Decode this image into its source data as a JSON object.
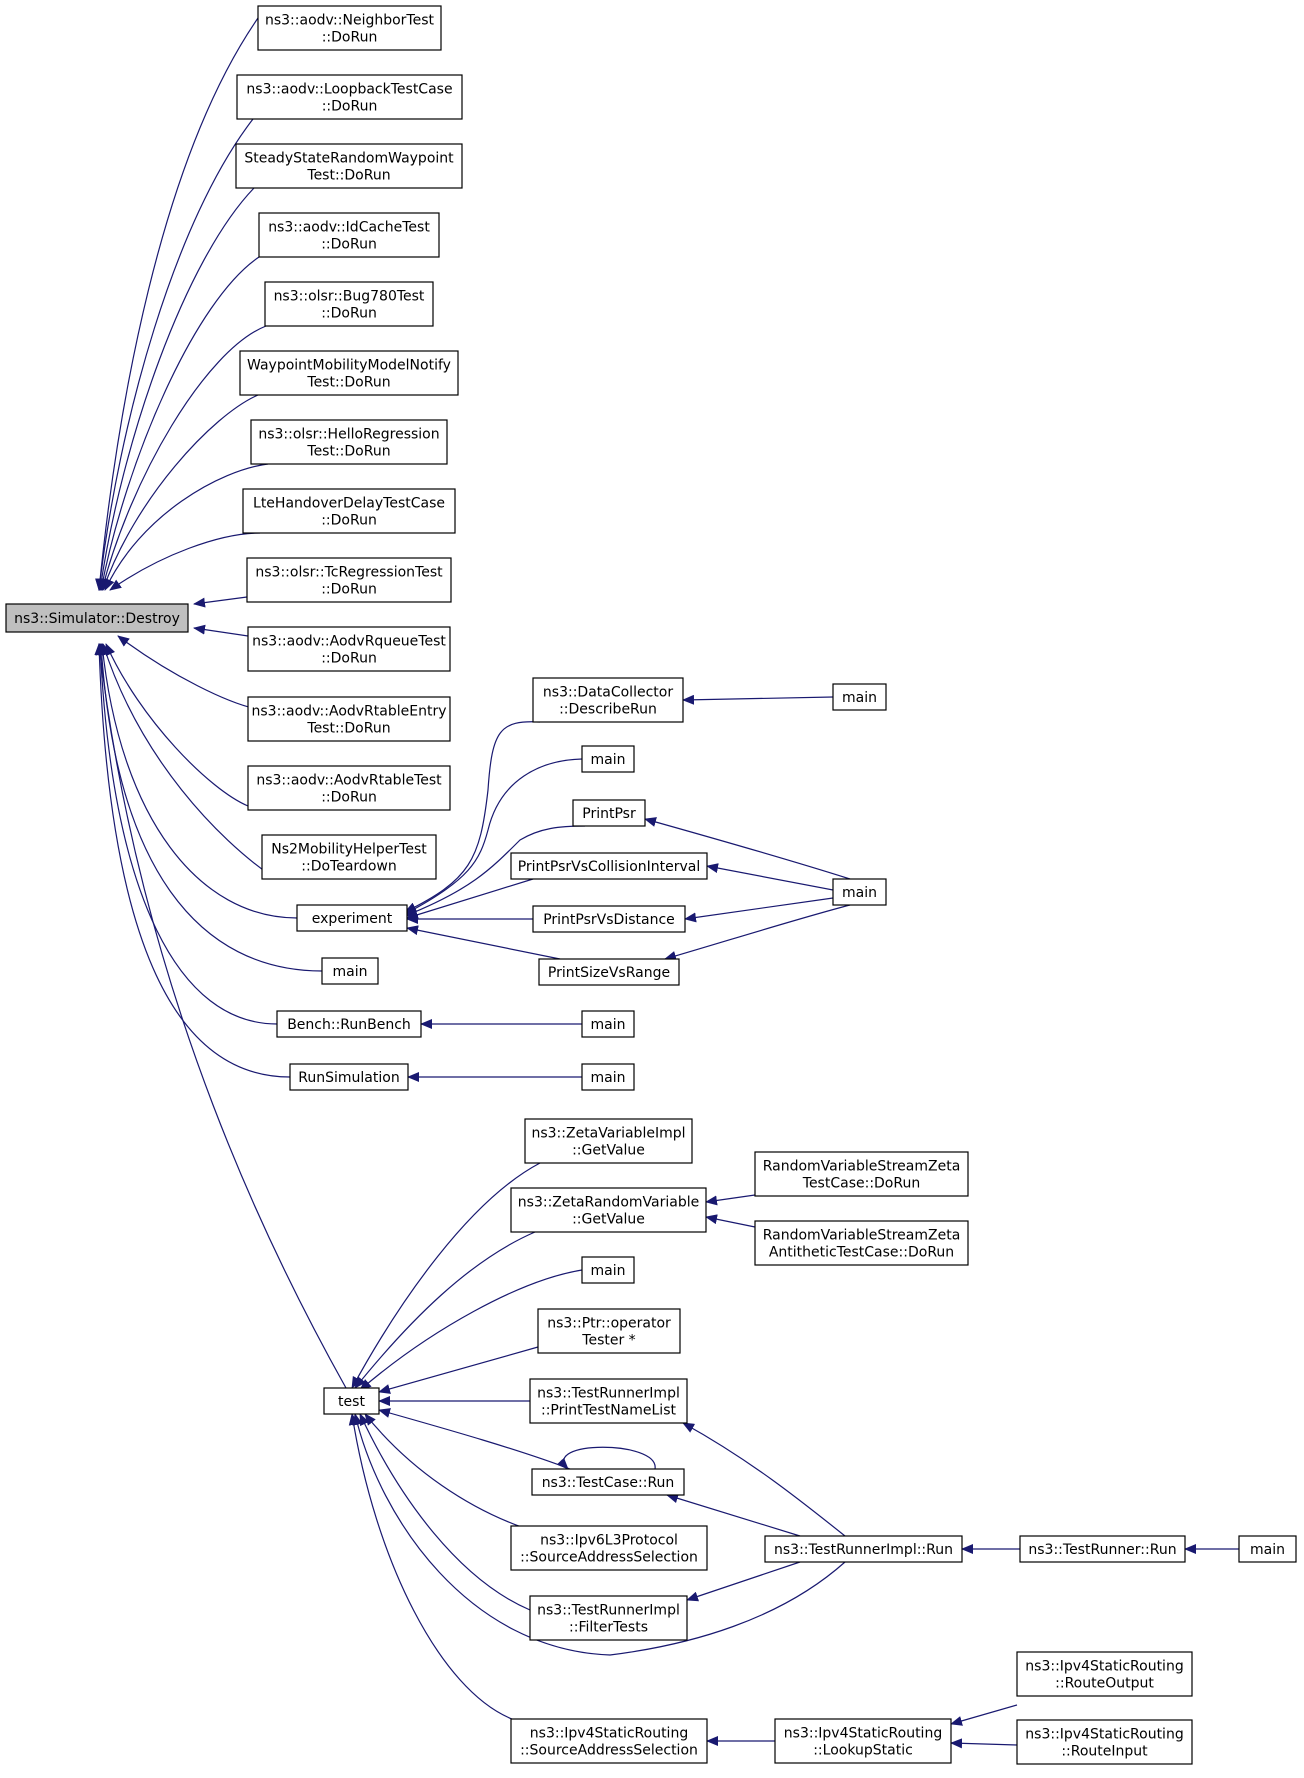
{
  "graph": {
    "colors": {
      "edge": "#191970",
      "node_border": "#000000",
      "root_fill": "#bfbfbf",
      "node_fill": "#ffffff"
    },
    "nodes": [
      {
        "id": "root",
        "lines": [
          "ns3::Simulator::Destroy"
        ]
      },
      {
        "id": "n1",
        "lines": [
          "ns3::aodv::NeighborTest",
          "::DoRun"
        ]
      },
      {
        "id": "n2",
        "lines": [
          "ns3::aodv::LoopbackTestCase",
          "::DoRun"
        ]
      },
      {
        "id": "n3",
        "lines": [
          "SteadyStateRandomWaypoint",
          "Test::DoRun"
        ]
      },
      {
        "id": "n4",
        "lines": [
          "ns3::aodv::IdCacheTest",
          "::DoRun"
        ]
      },
      {
        "id": "n5",
        "lines": [
          "ns3::olsr::Bug780Test",
          "::DoRun"
        ]
      },
      {
        "id": "n6",
        "lines": [
          "WaypointMobilityModelNotify",
          "Test::DoRun"
        ]
      },
      {
        "id": "n7",
        "lines": [
          "ns3::olsr::HelloRegression",
          "Test::DoRun"
        ]
      },
      {
        "id": "n8",
        "lines": [
          "LteHandoverDelayTestCase",
          "::DoRun"
        ]
      },
      {
        "id": "n9",
        "lines": [
          "ns3::olsr::TcRegressionTest",
          "::DoRun"
        ]
      },
      {
        "id": "n10",
        "lines": [
          "ns3::aodv::AodvRqueueTest",
          "::DoRun"
        ]
      },
      {
        "id": "n11",
        "lines": [
          "ns3::aodv::AodvRtableEntry",
          "Test::DoRun"
        ]
      },
      {
        "id": "n12",
        "lines": [
          "ns3::aodv::AodvRtableTest",
          "::DoRun"
        ]
      },
      {
        "id": "n13",
        "lines": [
          "Ns2MobilityHelperTest",
          "::DoTeardown"
        ]
      },
      {
        "id": "experiment",
        "lines": [
          "experiment"
        ]
      },
      {
        "id": "main_a",
        "lines": [
          "main"
        ]
      },
      {
        "id": "bench",
        "lines": [
          "Bench::RunBench"
        ]
      },
      {
        "id": "runsim",
        "lines": [
          "RunSimulation"
        ]
      },
      {
        "id": "test",
        "lines": [
          "test"
        ]
      },
      {
        "id": "dc",
        "lines": [
          "ns3::DataCollector",
          "::DescribeRun"
        ]
      },
      {
        "id": "main_b",
        "lines": [
          "main"
        ]
      },
      {
        "id": "printpsr",
        "lines": [
          "PrintPsr"
        ]
      },
      {
        "id": "ppci",
        "lines": [
          "PrintPsrVsCollisionInterval"
        ]
      },
      {
        "id": "ppd",
        "lines": [
          "PrintPsrVsDistance"
        ]
      },
      {
        "id": "psr",
        "lines": [
          "PrintSizeVsRange"
        ]
      },
      {
        "id": "main_dc",
        "lines": [
          "main"
        ]
      },
      {
        "id": "main_pp",
        "lines": [
          "main"
        ]
      },
      {
        "id": "main_bench",
        "lines": [
          "main"
        ]
      },
      {
        "id": "main_runsim",
        "lines": [
          "main"
        ]
      },
      {
        "id": "zvi",
        "lines": [
          "ns3::ZetaVariableImpl",
          "::GetValue"
        ]
      },
      {
        "id": "zrv",
        "lines": [
          "ns3::ZetaRandomVariable",
          "::GetValue"
        ]
      },
      {
        "id": "rvsz",
        "lines": [
          "RandomVariableStreamZeta",
          "TestCase::DoRun"
        ]
      },
      {
        "id": "rvsza",
        "lines": [
          "RandomVariableStreamZeta",
          "AntitheticTestCase::DoRun"
        ]
      },
      {
        "id": "main_c",
        "lines": [
          "main"
        ]
      },
      {
        "id": "ptr",
        "lines": [
          "ns3::Ptr::operator",
          "Tester *"
        ]
      },
      {
        "id": "trpl",
        "lines": [
          "ns3::TestRunnerImpl",
          "::PrintTestNameList"
        ]
      },
      {
        "id": "tcrun",
        "lines": [
          "ns3::TestCase::Run"
        ]
      },
      {
        "id": "ipv6",
        "lines": [
          "ns3::Ipv6L3Protocol",
          "::SourceAddressSelection"
        ]
      },
      {
        "id": "trft",
        "lines": [
          "ns3::TestRunnerImpl",
          "::FilterTests"
        ]
      },
      {
        "id": "ipv4sas",
        "lines": [
          "ns3::Ipv4StaticRouting",
          "::SourceAddressSelection"
        ]
      },
      {
        "id": "trirun",
        "lines": [
          "ns3::TestRunnerImpl::Run"
        ]
      },
      {
        "id": "trrun",
        "lines": [
          "ns3::TestRunner::Run"
        ]
      },
      {
        "id": "main_tr",
        "lines": [
          "main"
        ]
      },
      {
        "id": "ls",
        "lines": [
          "ns3::Ipv4StaticRouting",
          "::LookupStatic"
        ]
      },
      {
        "id": "ro",
        "lines": [
          "ns3::Ipv4StaticRouting",
          "::RouteOutput"
        ]
      },
      {
        "id": "ri",
        "lines": [
          "ns3::Ipv4StaticRouting",
          "::RouteInput"
        ]
      }
    ]
  }
}
